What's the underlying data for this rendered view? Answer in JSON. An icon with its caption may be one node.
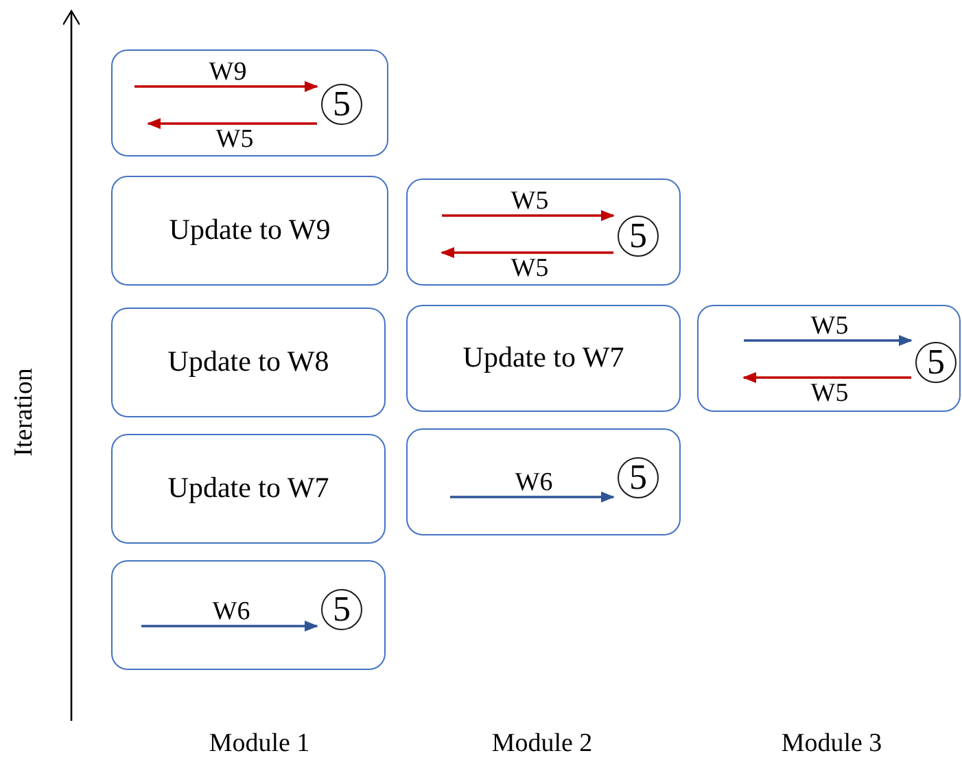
{
  "diagram": {
    "nodes": [
      {
        "text": [],
        "shape": "box"
      },
      {
        "text": [
          "5"
        ],
        "in": 0
      },
      {
        "text": [
          "Update to W9"
        ]
      },
      {
        "text": [],
        "shape": "box"
      },
      {
        "text": [
          "5"
        ],
        "in": 3
      },
      {
        "text": [
          "Update to W8"
        ]
      },
      {
        "text": [
          "Update to W7"
        ]
      },
      {
        "text": [],
        "shape": "box"
      },
      {
        "text": [
          "5"
        ],
        "in": 7
      },
      {
        "text": [
          "Update to W7"
        ]
      },
      {
        "text": [],
        "shape": "box"
      },
      {
        "text": [
          "5"
        ],
        "in": 10
      },
      {
        "text": [],
        "shape": "box"
      },
      {
        "text": [
          "5"
        ],
        "in": 12
      }
    ],
    "edges": [
      {
        "from": null,
        "to": 1,
        "arrow": "to",
        "label": "W9",
        "color": "#c00000"
      },
      {
        "from": 1,
        "to": null,
        "arrow": "to",
        "label": "W5",
        "color": "#c00000"
      },
      {
        "from": null,
        "to": 4,
        "arrow": "to",
        "label": "W5",
        "color": "#c00000"
      },
      {
        "from": 4,
        "to": null,
        "arrow": "to",
        "label": "W5",
        "color": "#c00000"
      },
      {
        "from": null,
        "to": 8,
        "arrow": "to",
        "label": "W5",
        "color": "#2f5597"
      },
      {
        "from": 8,
        "to": null,
        "arrow": "to",
        "label": "W5",
        "color": "#c00000"
      },
      {
        "from": null,
        "to": 11,
        "arrow": "to",
        "label": "W6",
        "color": "#2f5597"
      },
      {
        "from": null,
        "to": 13,
        "arrow": "to",
        "label": "W6",
        "color": "#2f5597"
      }
    ],
    "labels": [
      "Iteration",
      "Module 1",
      "Module 2",
      "Module 3"
    ]
  }
}
